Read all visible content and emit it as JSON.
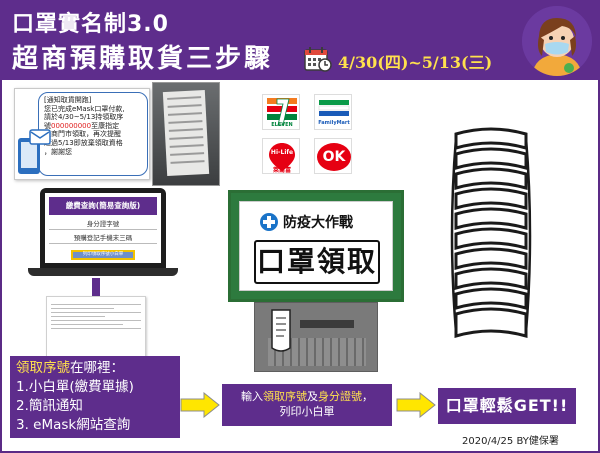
{
  "header": {
    "title_line1": "口罩實名制3.0",
    "title_line2": "超商預購取貨三步驟",
    "date_range": "4/30(四)~5/13(三)",
    "background_color": "#5e2d8c",
    "date_color": "#ffe14d"
  },
  "sms": {
    "heading": "[通知取貨開跑]",
    "line1": "您已完成eMask口罩付款,",
    "line2": "請於4/30~5/13持領取序",
    "line3_prefix": "號",
    "line3_code": "000000000",
    "line3_suffix": "至康指定",
    "line4": "超商門市領取，再次提醒",
    "line5": "超過5/13即放棄領取資格",
    "line6": "，謝謝您"
  },
  "laptop": {
    "header": "繳費查詢(簡易查詢版)",
    "field1": "身分證字號",
    "field2": "預購登記手機末三碼",
    "button": "列印領取序號小白單"
  },
  "stores": {
    "seven": "ELEVEN",
    "familymart": "FamilyMart",
    "hilife": "Hi-Life",
    "hilife_sub": "萊爾富",
    "ok": "OK"
  },
  "kiosk": {
    "subtitle": "防疫大作戰",
    "main": "口罩領取"
  },
  "info_box": {
    "line1_hl": "領取序號",
    "line1_rest": "在哪裡：",
    "line2": "1.小白單(繳費單據)",
    "line3": "2.簡訊通知",
    "line4": "3. eMask網站查詢"
  },
  "step_box": {
    "prefix": "輸入",
    "hl1": "領取序號",
    "mid": "及",
    "hl2": "身分證號",
    "suffix": "，",
    "line2": "列印小白單"
  },
  "final_box": {
    "text": "口罩輕鬆GET!!"
  },
  "footer": {
    "text": "2020/4/25  BY健保署"
  },
  "colors": {
    "arrow_fill": "#ffe600",
    "arrow_stroke": "#8c8c8c",
    "kiosk_green": "#2d7a3e"
  }
}
